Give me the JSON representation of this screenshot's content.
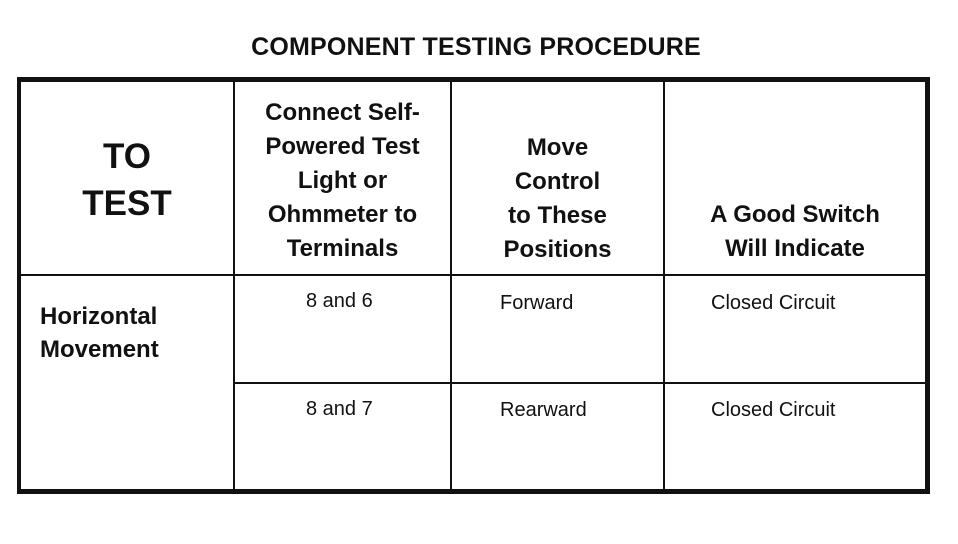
{
  "title": "COMPONENT TESTING PROCEDURE",
  "table": {
    "headers": {
      "to_test": "TO\nTEST",
      "connect": "Connect Self-\nPowered Test\nLight or\nOhmmeter to\nTerminals",
      "move": "Move\nControl\nto These\nPositions",
      "indicate": "A Good Switch\nWill Indicate"
    },
    "group_label": "Horizontal\nMovement",
    "rows": [
      {
        "terminals": "8 and 6",
        "position": "Forward",
        "result": "Closed Circuit"
      },
      {
        "terminals": "8 and 7",
        "position": "Rearward",
        "result": "Closed Circuit"
      }
    ]
  }
}
